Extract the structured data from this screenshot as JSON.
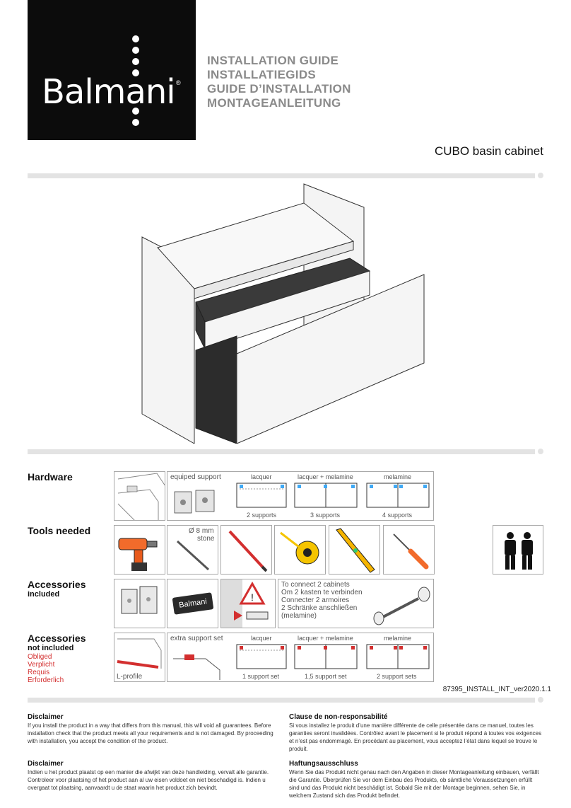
{
  "brand": {
    "name": "Balmani",
    "reg": "®"
  },
  "guide_titles": [
    "INSTALLATION GUIDE",
    "INSTALLATIEGIDS",
    "GUIDE D’INSTALLATION",
    "MONTAGEANLEITUNG"
  ],
  "product_name": "CUBO basin cabinet",
  "sections": {
    "hardware": "Hardware",
    "tools": "Tools needed",
    "accessories_included": "Accessories",
    "accessories_included_sub": "included",
    "accessories_not_included": "Accessories",
    "accessories_not_included_sub": "not included",
    "accessories_not_included_langs": [
      "Obliged",
      "Verplicht",
      "Requis",
      "Erforderlich"
    ]
  },
  "hardware": {
    "equiped_support": "equiped support",
    "variants": [
      {
        "label": "lacquer",
        "count": "2 supports"
      },
      {
        "label": "lacquer + melamine",
        "count": "3 supports"
      },
      {
        "label": "melamine",
        "count": "4 supports"
      }
    ]
  },
  "tools": {
    "stone_bit_size": "Ø 8 mm",
    "stone_bit_type": "stone",
    "icons": [
      "drill-icon",
      "drill-bit-icon",
      "pencil-icon",
      "tape-measure-icon",
      "spirit-level-icon",
      "screwdriver-icon",
      "two-persons-icon"
    ]
  },
  "accessories_included": {
    "connect_lines": [
      "To connect 2 cabinets",
      "Om 2 kasten te verbinden",
      "Connecter 2 armoires",
      "2 Schränke anschließen",
      "(melamine)"
    ],
    "badge_text": "Balmani"
  },
  "accessories_not_included": {
    "l_profile": "L-profile",
    "extra_support_set": "extra support set",
    "variants": [
      {
        "label": "lacquer",
        "count": "1 support set"
      },
      {
        "label": "lacquer + melamine",
        "count": "1,5 support set"
      },
      {
        "label": "melamine",
        "count": "2 support sets"
      }
    ]
  },
  "doc_ref": "87395_INSTALL_INT_ver2020.1.1",
  "disclaimers": [
    {
      "title": "Disclaimer",
      "text": "If you install the product in a way that differs from this manual, this will void all guarantees. Before installation check that the product meets all your requirements and is not damaged. By proceeding with installation, you accept the condition of the product."
    },
    {
      "title": "Clause de non-responsabilité",
      "text": "Si vous installez le produit d’une manière différente de celle présentée dans ce manuel, toutes les garanties seront invalidées. Contrôlez avant le placement si le produit répond à toutes vos exigences et n’est pas endommagé. En procédant au placement, vous acceptez l’état dans lequel se trouve le produit."
    },
    {
      "title": "Disclaimer",
      "text": "Indien u het product plaatst op een manier die afwijkt van deze handleiding, vervalt alle garantie. Controleer voor plaatsing of het product aan al uw eisen voldoet en niet beschadigd is. Indien u overgaat tot plaatsing, aanvaardt u de staat waarin het product zich bevindt."
    },
    {
      "title": "Haftungsausschluss",
      "text": "Wenn Sie das Produkt nicht genau nach den Angaben in dieser Montageanleitung einbauen, verfällt die Garantie. Überprüfen Sie vor dem Einbau des Produkts, ob sämtliche Voraussetzungen erfüllt sind und das Produkt nicht beschädigt ist. Sobald Sie mit der Montage beginnen, sehen Sie, in welchem Zustand sich das Produkt befindet."
    }
  ],
  "colors": {
    "accent_red": "#d32f2f",
    "logo_bg": "#0c0c0c",
    "title_grey": "#8a8a8a",
    "divider": "#e3e3e3"
  }
}
